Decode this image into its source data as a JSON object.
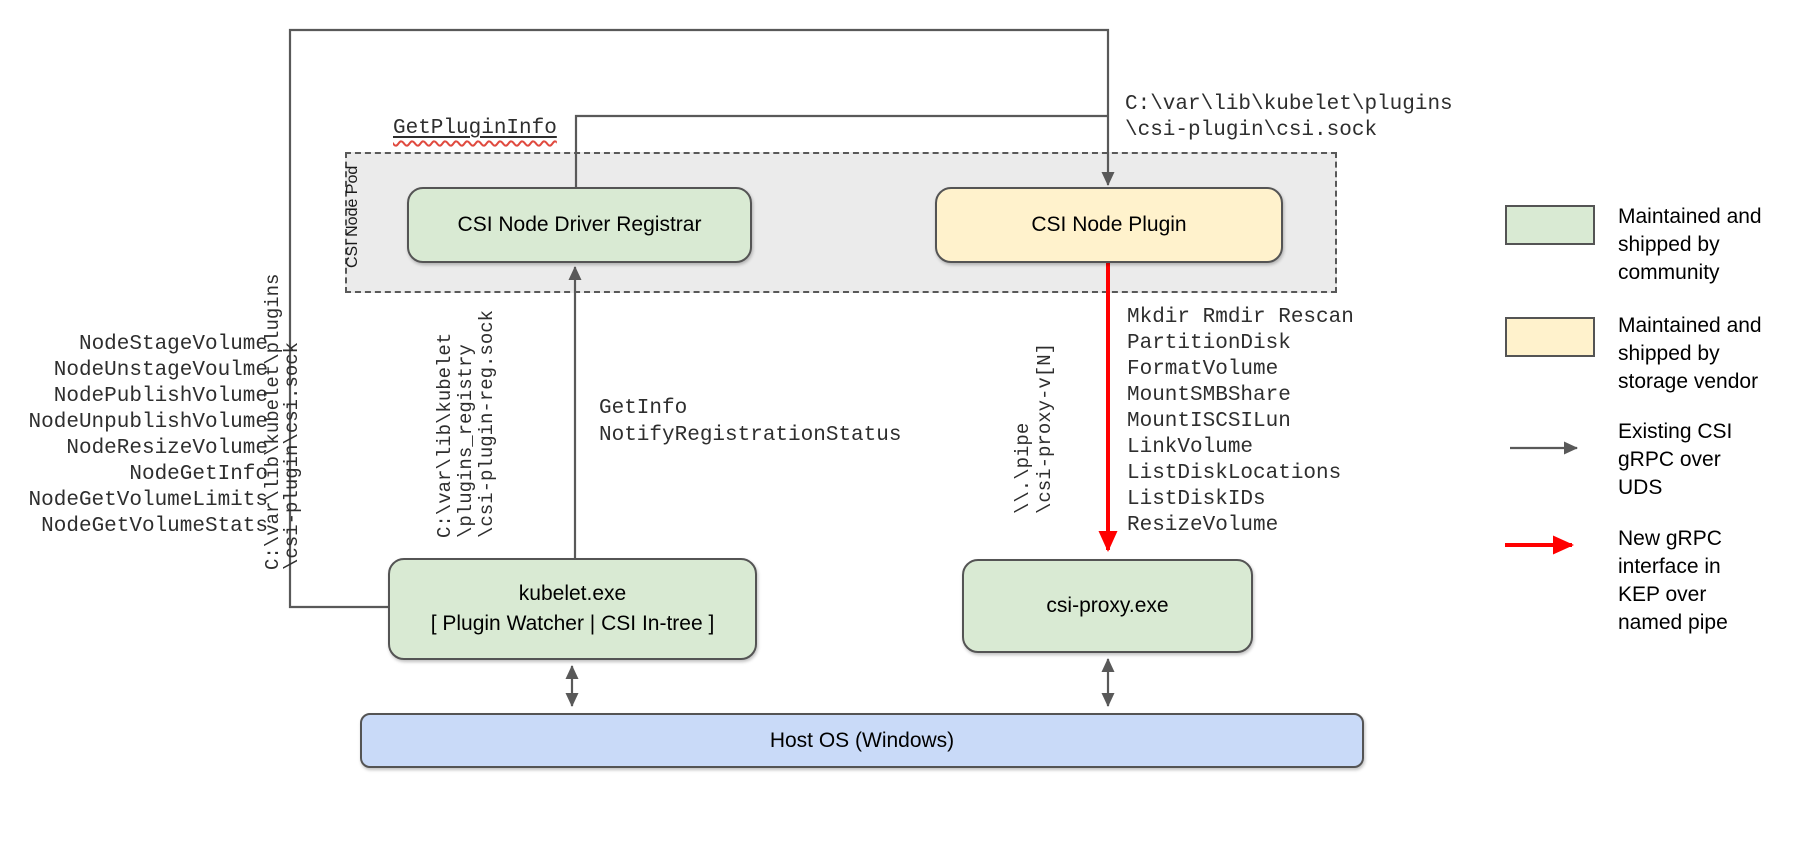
{
  "nodes": {
    "pod": {
      "label": "CSI Node Pod"
    },
    "registrar": {
      "label": "CSI Node Driver Registrar"
    },
    "plugin": {
      "label": "CSI Node Plugin"
    },
    "kubelet": {
      "line1": "kubelet.exe",
      "line2": "[ Plugin Watcher | CSI In-tree ]"
    },
    "csi_proxy": {
      "label": "csi-proxy.exe"
    },
    "host_os": {
      "label": "Host OS (Windows)"
    }
  },
  "labels": {
    "get_plugin_info": "GetPluginInfo",
    "csi_sock_path_top": [
      "C:\\var\\lib\\kubelet\\plugins",
      "\\csi-plugin\\csi.sock"
    ],
    "csi_sock_path_side": [
      "C:\\var\\lib\\kubelet\\plugins",
      "\\csi-plugin\\csi.sock"
    ],
    "reg_sock_path": [
      "C:\\var\\lib\\kubelet",
      "\\plugins_registry",
      "\\csi-plugin-reg.sock"
    ],
    "registration_calls": [
      "GetInfo",
      "NotifyRegistrationStatus"
    ],
    "named_pipe_path": [
      "\\\\.\\pipe",
      "\\csi-proxy-v[N]"
    ]
  },
  "lists": {
    "node_calls": [
      "NodeStageVolume",
      "NodeUnstageVoulme",
      "NodePublishVolume",
      "NodeUnpublishVolume",
      "NodeResizeVolume",
      "NodeGetInfo",
      "NodeGetVolumeLimits",
      "NodeGetVolumeStats"
    ],
    "proxy_calls": [
      "Mkdir Rmdir Rescan",
      "PartitionDisk",
      "FormatVolume",
      "MountSMBShare",
      "MountISCSILun",
      "LinkVolume",
      "ListDiskLocations",
      "ListDiskIDs",
      "ResizeVolume"
    ]
  },
  "legend": {
    "community": {
      "lines": [
        "Maintained and",
        "shipped by",
        "community"
      ],
      "swatch_color": "#d9ead3"
    },
    "vendor": {
      "lines": [
        "Maintained and",
        "shipped by",
        "storage vendor"
      ],
      "swatch_color": "#fff2cc"
    },
    "uds": {
      "lines": [
        "Existing CSI",
        "gRPC over",
        "UDS"
      ],
      "arrow_color": "#595959"
    },
    "named_pipe": {
      "lines": [
        "New gRPC",
        "interface in",
        "KEP over",
        "named pipe"
      ],
      "arrow_color": "#ff0000"
    }
  },
  "colors": {
    "community_green": "#d9ead3",
    "vendor_yellow": "#fff2cc",
    "host_blue": "#c9daf8",
    "pod_gray": "#ebebeb",
    "line_gray": "#595959",
    "new_interface_red": "#ff0000",
    "squiggle_red": "#e04a3f"
  }
}
